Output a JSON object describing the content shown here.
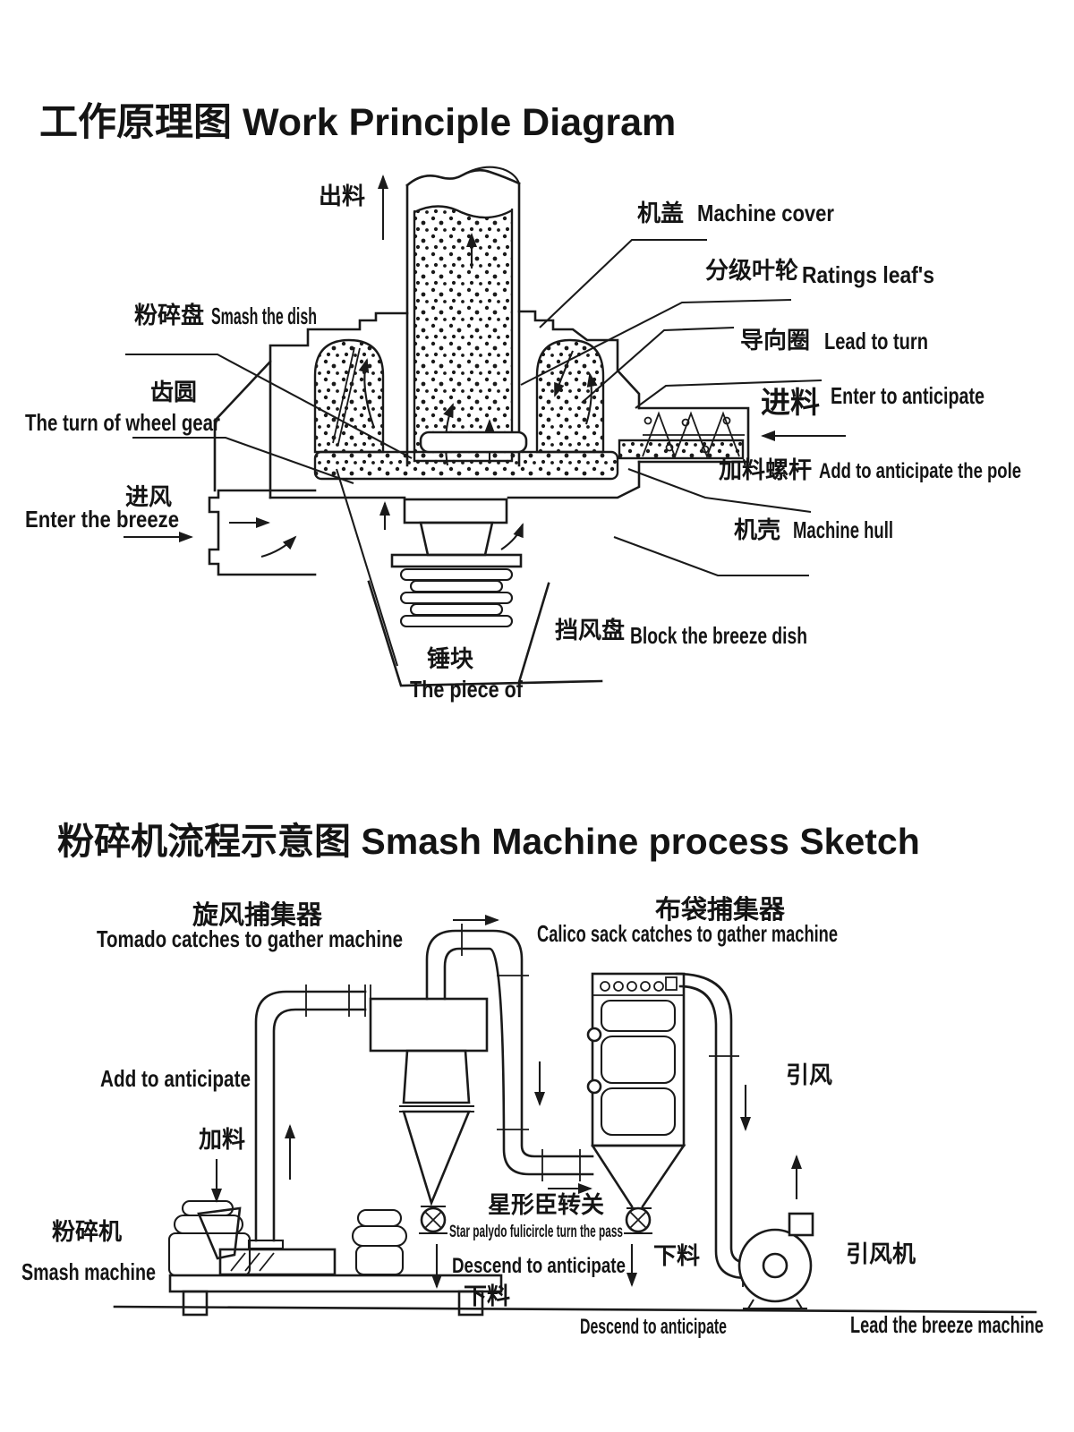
{
  "page": {
    "background": "#ffffff",
    "ink": "#1a1a1a"
  },
  "d1": {
    "title_zh": "工作原理图",
    "title_en": "Work Principle Diagram",
    "labels": {
      "out_material": {
        "zh": "出料"
      },
      "machine_cover": {
        "zh": "机盖",
        "en": "Machine  cover"
      },
      "ratings_leaf": {
        "zh": "分级叶轮",
        "en": "Ratings leaf's"
      },
      "lead_to_turn": {
        "zh": "导向圈",
        "en": "Lead to turn"
      },
      "enter_to_anticipate": {
        "zh": "进料",
        "en": "Enter to anticipate"
      },
      "add_pole": {
        "zh": "加料螺杆",
        "en": "Add to anticipate the pole"
      },
      "machine_hull": {
        "zh": "机壳",
        "en": "Machine hull"
      },
      "block_breeze": {
        "zh": "挡风盘",
        "en": "Block the breeze dish"
      },
      "hammer": {
        "zh": "锤块",
        "en": "The piece of"
      },
      "smash_dish": {
        "zh": "粉碎盘",
        "en": "Smash the dish"
      },
      "wheel_gear": {
        "zh": "齿圆",
        "en": "The turn of wheel gear"
      },
      "enter_breeze": {
        "zh": "进风",
        "en": "Enter the breeze"
      }
    }
  },
  "d2": {
    "title_zh": "粉碎机流程示意图",
    "title_en": "Smash Machine process Sketch",
    "labels": {
      "cyclone": {
        "zh": "旋风捕集器",
        "en": "Tomado catches to gather machine"
      },
      "bag_catcher": {
        "zh": "布袋捕集器",
        "en": "Calico sack catches to gather machine"
      },
      "add_to_anticipate": {
        "en": "Add to anticipate"
      },
      "feed": {
        "zh": "加料"
      },
      "smash_machine": {
        "zh": "粉碎机",
        "en": "Smash machine"
      },
      "star_valve": {
        "zh": "星形臣转关",
        "en": "Star palydo fulicircle turn the pass"
      },
      "descend_mid": {
        "en": "Descend to anticipate"
      },
      "down_left": {
        "zh": "下料"
      },
      "down_right": {
        "zh": "下料"
      },
      "descend_bottom": {
        "en": "Descend to anticipate"
      },
      "induced_draft": {
        "zh": "引风"
      },
      "induced_fan": {
        "zh": "引风机",
        "en": "Lead the breeze machine"
      }
    }
  }
}
